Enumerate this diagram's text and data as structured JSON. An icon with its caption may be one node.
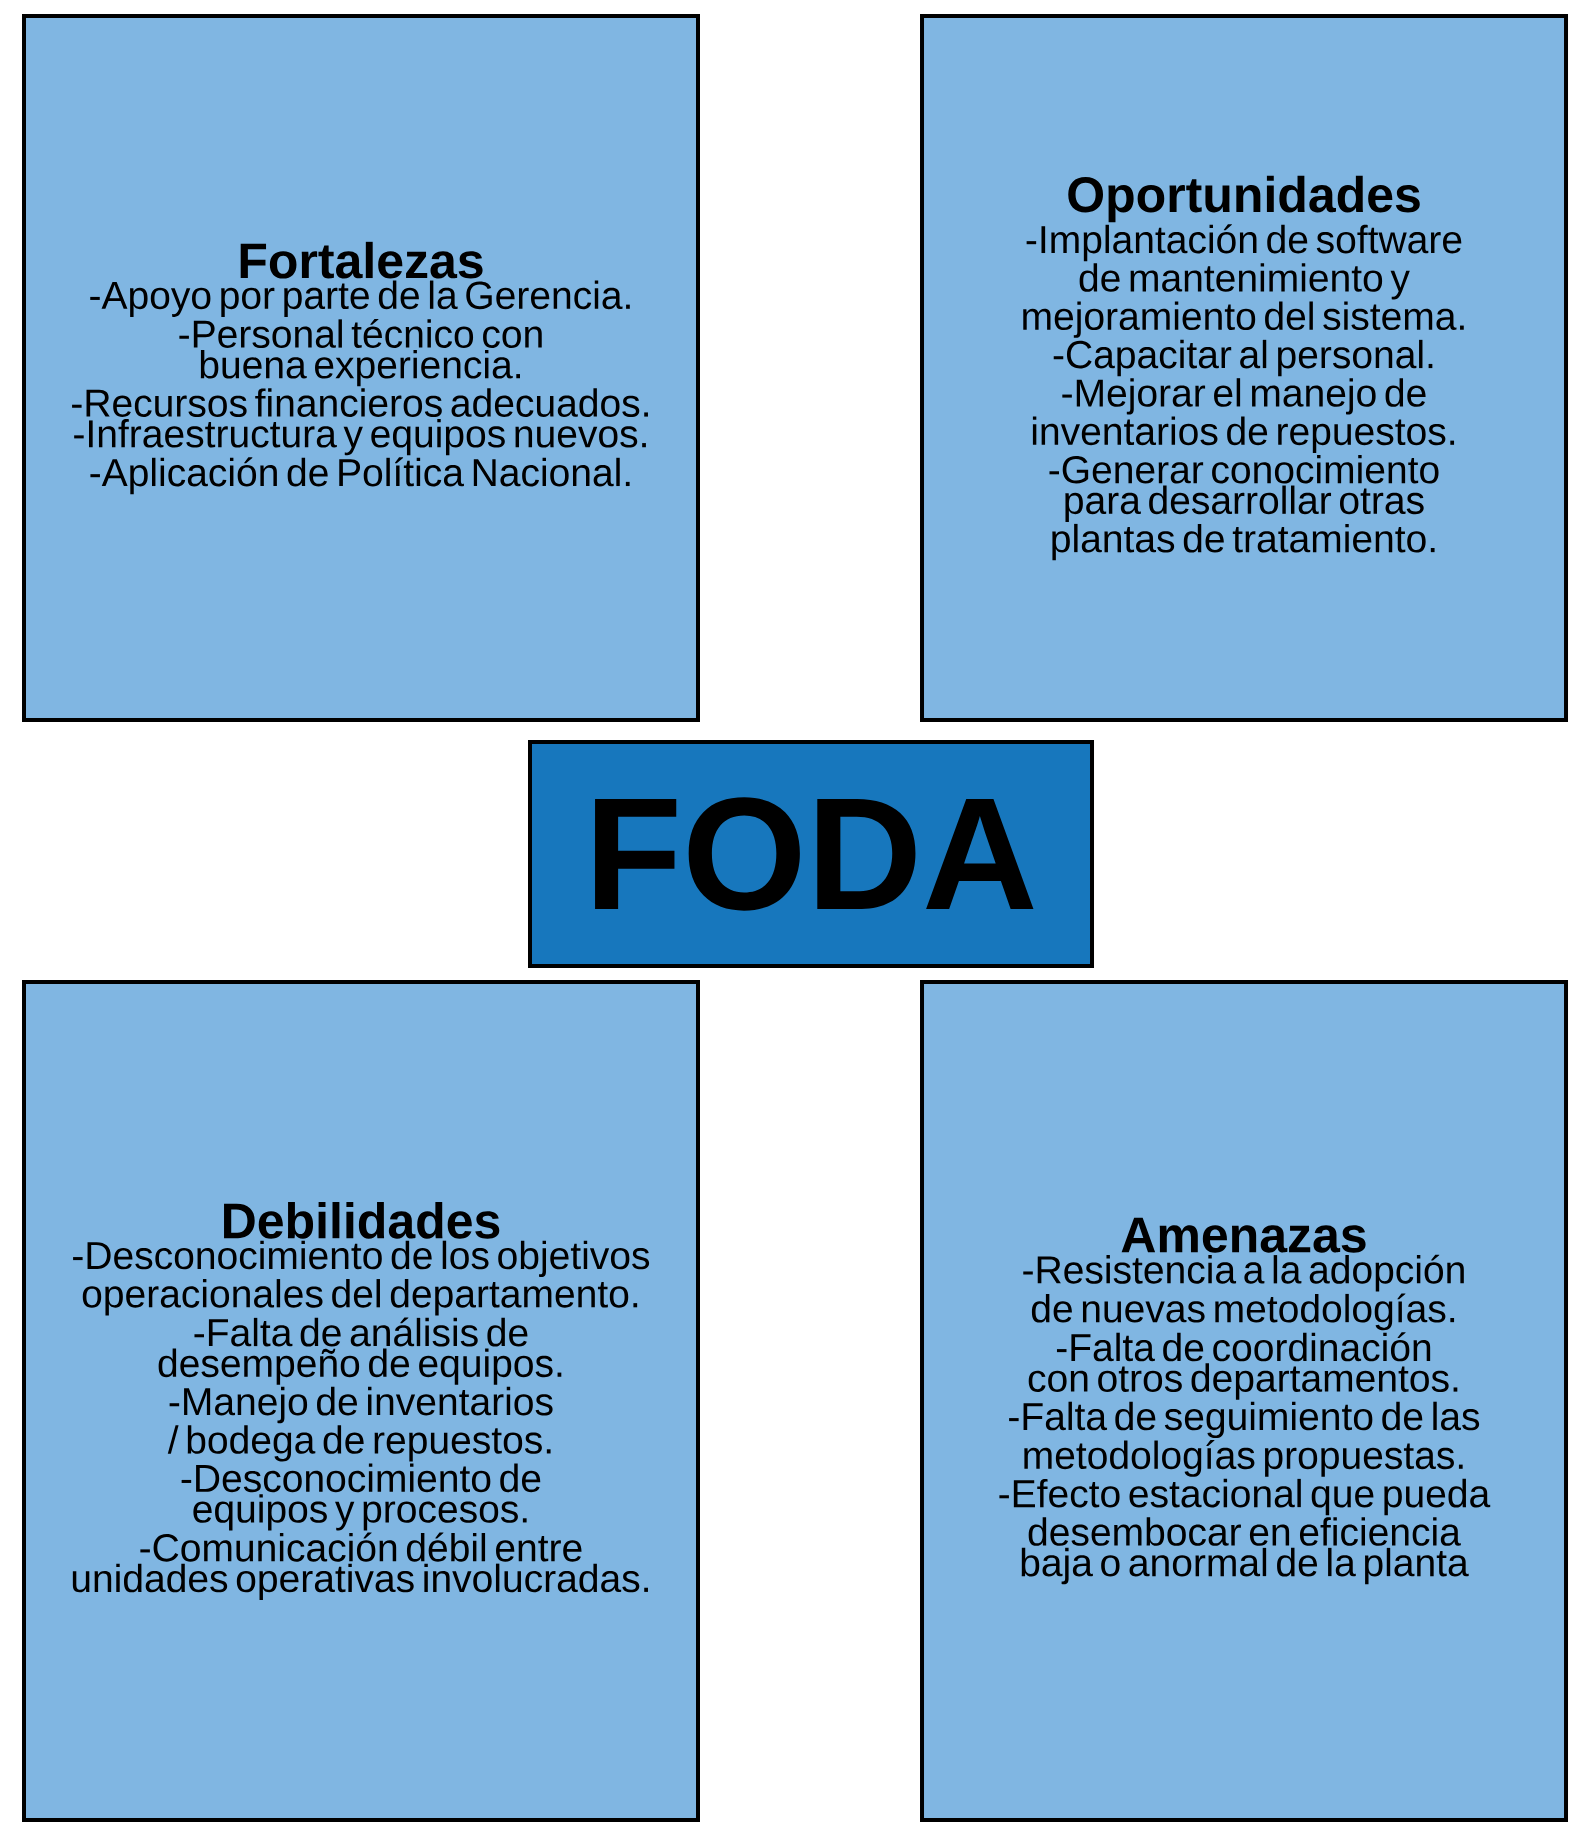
{
  "diagram": {
    "nodes": [
      {
        "text": [
          "Fortalezas",
          "-Apoyo por parte de la Gerencia.",
          "-Personal técnico con buena experiencia.",
          "-Recursos financieros adecuados.",
          "-Infraestructura y equipos nuevos.",
          "-Aplicación de Política Nacional."
        ]
      },
      {
        "text": [
          "Oportunidades",
          "-Implantación de software de mantenimiento y mejoramiento del sistema.",
          "-Capacitar al personal.",
          "-Mejorar el manejo de inventarios de repuestos.",
          "-Generar conocimiento para desarrollar otras plantas de tratamiento."
        ]
      },
      {
        "text": [
          "FODA"
        ]
      },
      {
        "text": [
          "Debilidades",
          "-Desconocimiento de los objetivos operacionales del departamento.",
          "-Falta de análisis de desempeño de equipos.",
          "-Manejo de inventarios / bodega de repuestos.",
          "-Desconocimiento de equipos y procesos.",
          "-Comunicación débil entre unidades operativas involucradas."
        ]
      },
      {
        "text": [
          "Amenazas",
          "-Resistencia a la adopción de nuevas metodologías.",
          "-Falta de coordinación con otros departamentos.",
          "-Falta de seguimiento de las metodologías propuestas.",
          "-Efecto estacional que pueda desembocar en eficiencia baja o anormal de la planta"
        ]
      }
    ]
  }
}
